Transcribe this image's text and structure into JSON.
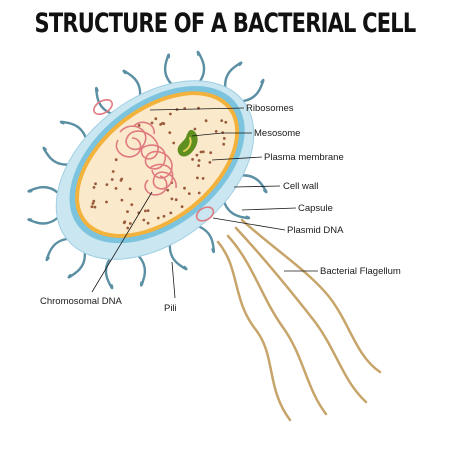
{
  "title": "STRUCTURE OF  A BACTERIAL CELL",
  "labels": {
    "ribosomes": "Ribosomes",
    "mesosome": "Mesosome",
    "plasma_membrane": "Plasma membrane",
    "cell_wall": "Cell wall",
    "capsule": "Capsule",
    "plasmid_dna": "Plasmid DNA",
    "bacterial_flagellum": "Bacterial Flagellum",
    "chromosomal_dna": "Chromosomal DNA",
    "pili": "Pili"
  },
  "colors": {
    "capsule": "#c9e6f1",
    "capsule_edge": "#9fcfe3",
    "cell_wall": "#7cc3dd",
    "plasma_membrane": "#f2b23c",
    "cytoplasm": "#faeacb",
    "ribosome_dot": "#9a5a3c",
    "chromosome": "#e07a80",
    "mesosome": "#5f8f1f",
    "pili": "#5b8fa3",
    "flagellum": "#c7a469"
  }
}
